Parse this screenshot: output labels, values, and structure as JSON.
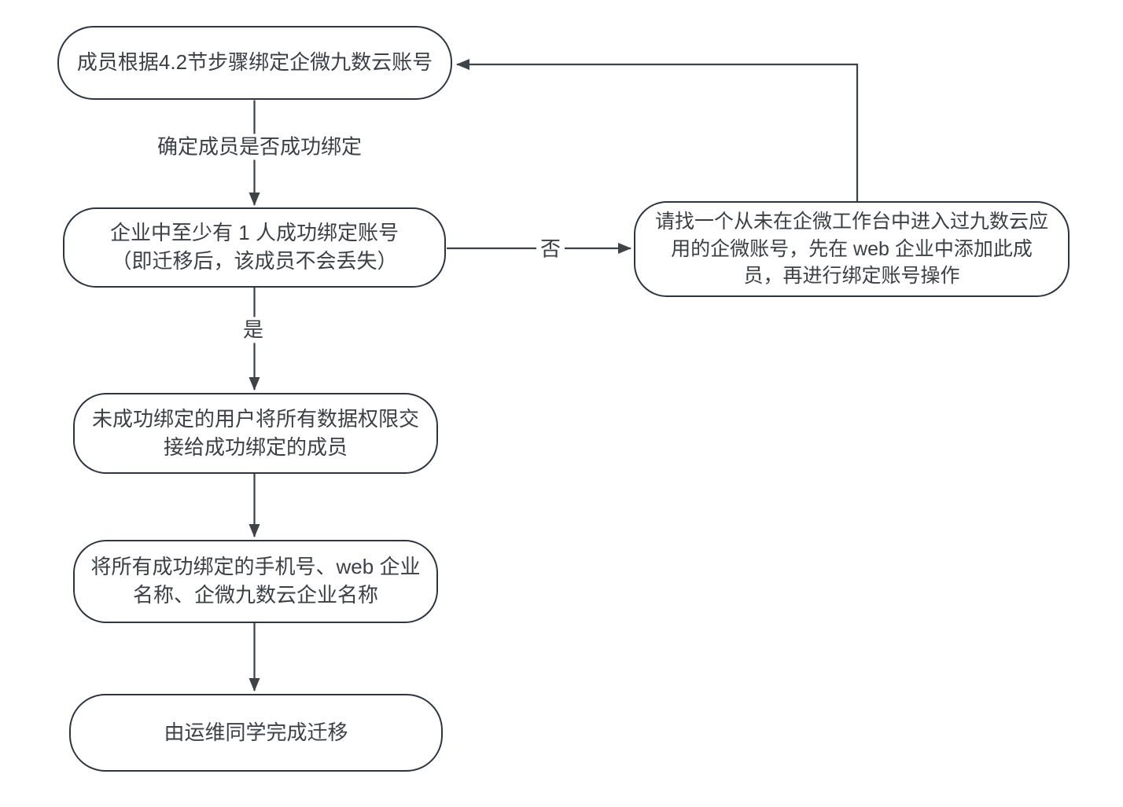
{
  "diagram": {
    "type": "flowchart",
    "background_color": "#ffffff",
    "node_fill_color": "#ffffff",
    "node_border_color": "#2f3540",
    "edge_color": "#3e4347",
    "text_color": "#3c4045",
    "nodes": [
      {
        "id": "bind-account",
        "label": "成员根据4.2节步骤绑定企微九数云账号"
      },
      {
        "id": "check-at-least-one-bound",
        "label": "企业中至少有 1 人成功绑定账号\n（即迁移后，该成员不会丢失）"
      },
      {
        "id": "find-unused-wecom-account",
        "label": "请找一个从未在企微工作台中进入过九数云应\n用的企微账号，先在 web 企业中添加此成\n员，再进行绑定账号操作"
      },
      {
        "id": "handover-data-permissions",
        "label": "未成功绑定的用户将所有数据权限交\n接给成功绑定的成员"
      },
      {
        "id": "collect-bound-info",
        "label": "将所有成功绑定的手机号、web 企业\n名称、企微九数云企业名称"
      },
      {
        "id": "ops-complete-migration",
        "label": "由运维同学完成迁移"
      }
    ],
    "edge_labels": {
      "confirm": "确定成员是否成功绑定",
      "yes": "是",
      "no": "否"
    }
  }
}
